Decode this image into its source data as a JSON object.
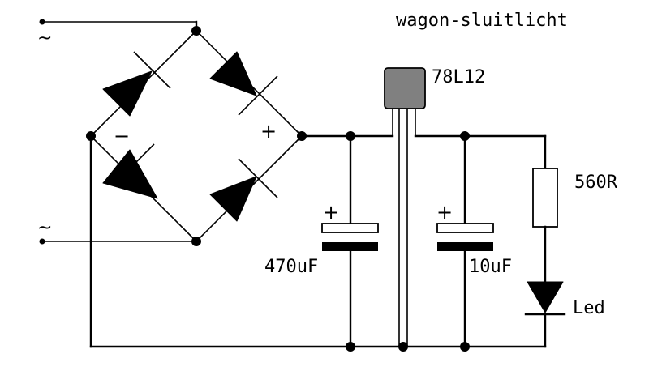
{
  "title": "wagon-sluitlicht",
  "ac_symbol": "~",
  "bridge": {
    "minus": "−",
    "plus": "+"
  },
  "regulator": {
    "label": "78L12",
    "color": "#808080"
  },
  "capacitors": [
    {
      "label": "470uF",
      "polarity": "+"
    },
    {
      "label": "10uF",
      "polarity": "+"
    }
  ],
  "resistor": {
    "label": "560R"
  },
  "led": {
    "label": "Led"
  },
  "icons": [
    "diode-icon",
    "capacitor-icon",
    "resistor-icon",
    "led-icon",
    "regulator-icon"
  ]
}
